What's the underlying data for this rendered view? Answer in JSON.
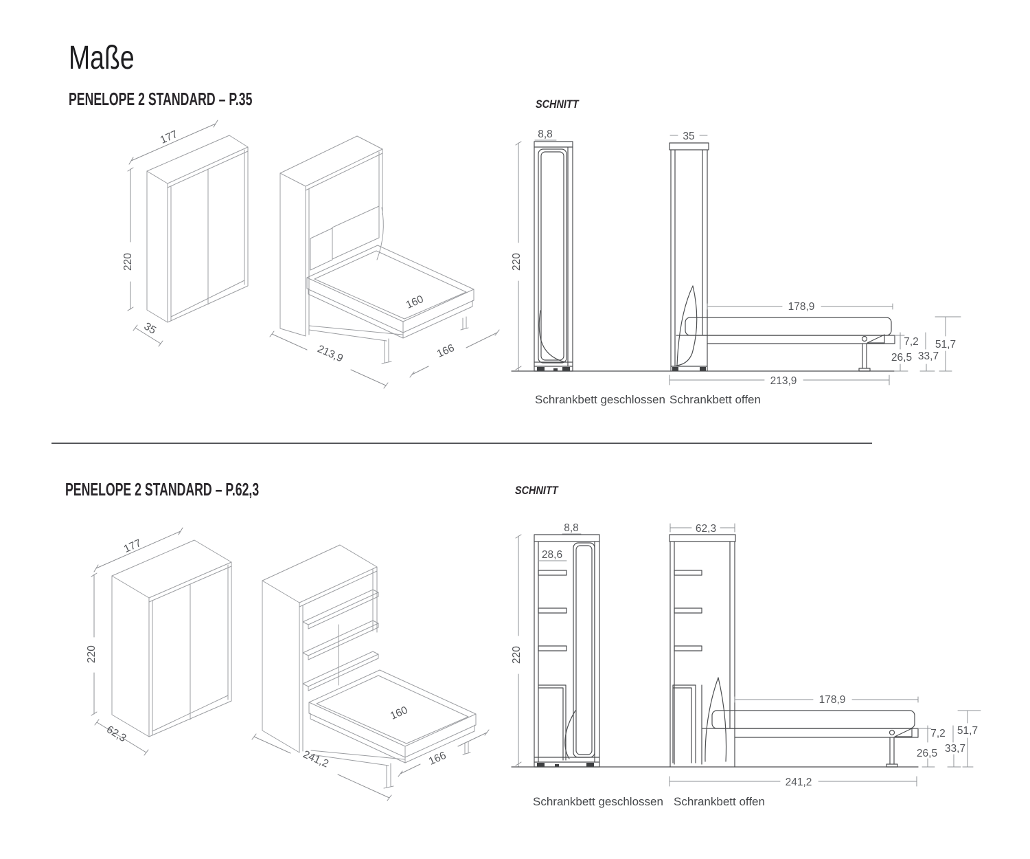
{
  "page": {
    "title": "Maße"
  },
  "colors": {
    "ink": "#29262a",
    "iso_line": "#9b9da1",
    "cut_line": "#4c4e50",
    "dim_text": "#54565a"
  },
  "sections": [
    {
      "heading": "PENELOPE 2 STANDARD – P.35",
      "schnitt": "SCHNITT",
      "iso_closed": {
        "width": "177",
        "height": "220",
        "depth": "35"
      },
      "iso_open": {
        "depth_open": "213,9",
        "bed_width": "166",
        "mattress": "160"
      },
      "cut_closed": {
        "thickness": "8,8",
        "height": "220",
        "caption": "Schrankbett geschlossen"
      },
      "cut_open": {
        "depth": "35",
        "bed_length": "178,9",
        "frame": "7,2",
        "underside": "26,5",
        "platform": "33,7",
        "top": "51,7",
        "depth_open": "213,9",
        "caption": "Schrankbett offen"
      }
    },
    {
      "heading": "PENELOPE 2 STANDARD – P.62,3",
      "schnitt": "SCHNITT",
      "iso_closed": {
        "width": "177",
        "height": "220",
        "depth": "62,3"
      },
      "iso_open": {
        "depth_open": "241,2",
        "bed_width": "166",
        "mattress": "160"
      },
      "cut_closed": {
        "thickness": "8,8",
        "shelf_depth": "28,6",
        "height": "220",
        "caption": "Schrankbett geschlossen"
      },
      "cut_open": {
        "depth": "62,3",
        "bed_length": "178,9",
        "frame": "7,2",
        "underside": "26,5",
        "platform": "33,7",
        "top": "51,7",
        "depth_open": "241,2",
        "caption": "Schrankbett offen"
      }
    }
  ]
}
